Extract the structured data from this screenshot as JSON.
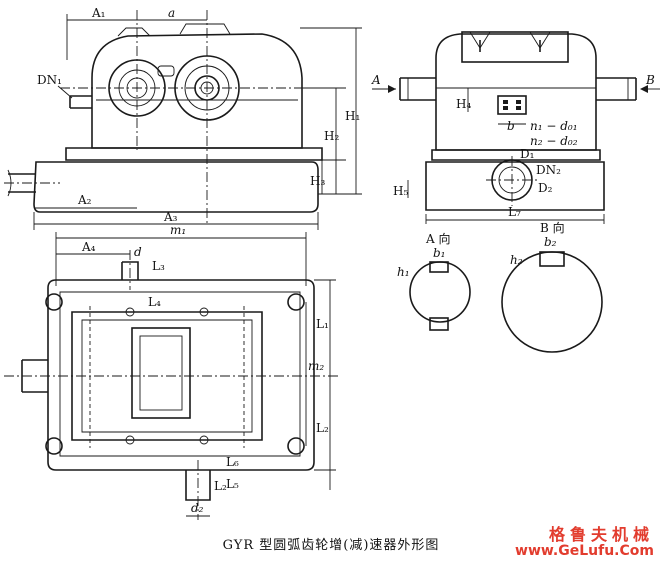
{
  "caption": "GYR 型圆弧齿轮增(减)速器外形图",
  "watermark": {
    "brand": "格鲁夫机械",
    "url": "www.GeLufu.Com"
  },
  "labels": {
    "front_view": {
      "A1": "A₁",
      "a": "a",
      "DN1": "DN₁",
      "H1": "H₁",
      "H2": "H₂",
      "H3": "H₃",
      "A2": "A₂",
      "A3": "A₃"
    },
    "side_view": {
      "A": "A",
      "B": "B",
      "H4": "H₄",
      "b": "b",
      "n1_d01": "n₁ − d₀₁",
      "n2_d02": "n₂ − d₀₂",
      "D1": "D₁",
      "DN2": "DN₂",
      "D2": "D₂",
      "H5": "H₅",
      "L7": "L₇"
    },
    "plan_view": {
      "m1": "m₁",
      "A4": "A₄",
      "d": "d",
      "L3": "L₃",
      "L4": "L₄",
      "L1": "L₁",
      "m2": "m₂",
      "L2": "L₂",
      "L6": "L₆",
      "L5": "L₅",
      "L2_lower": "L₂",
      "d2": "d₂"
    },
    "view_a": {
      "title": "A 向",
      "b1": "b₁",
      "h1": "h₁"
    },
    "view_b": {
      "title": "B 向",
      "b2": "b₂",
      "h2": "h₂"
    }
  }
}
